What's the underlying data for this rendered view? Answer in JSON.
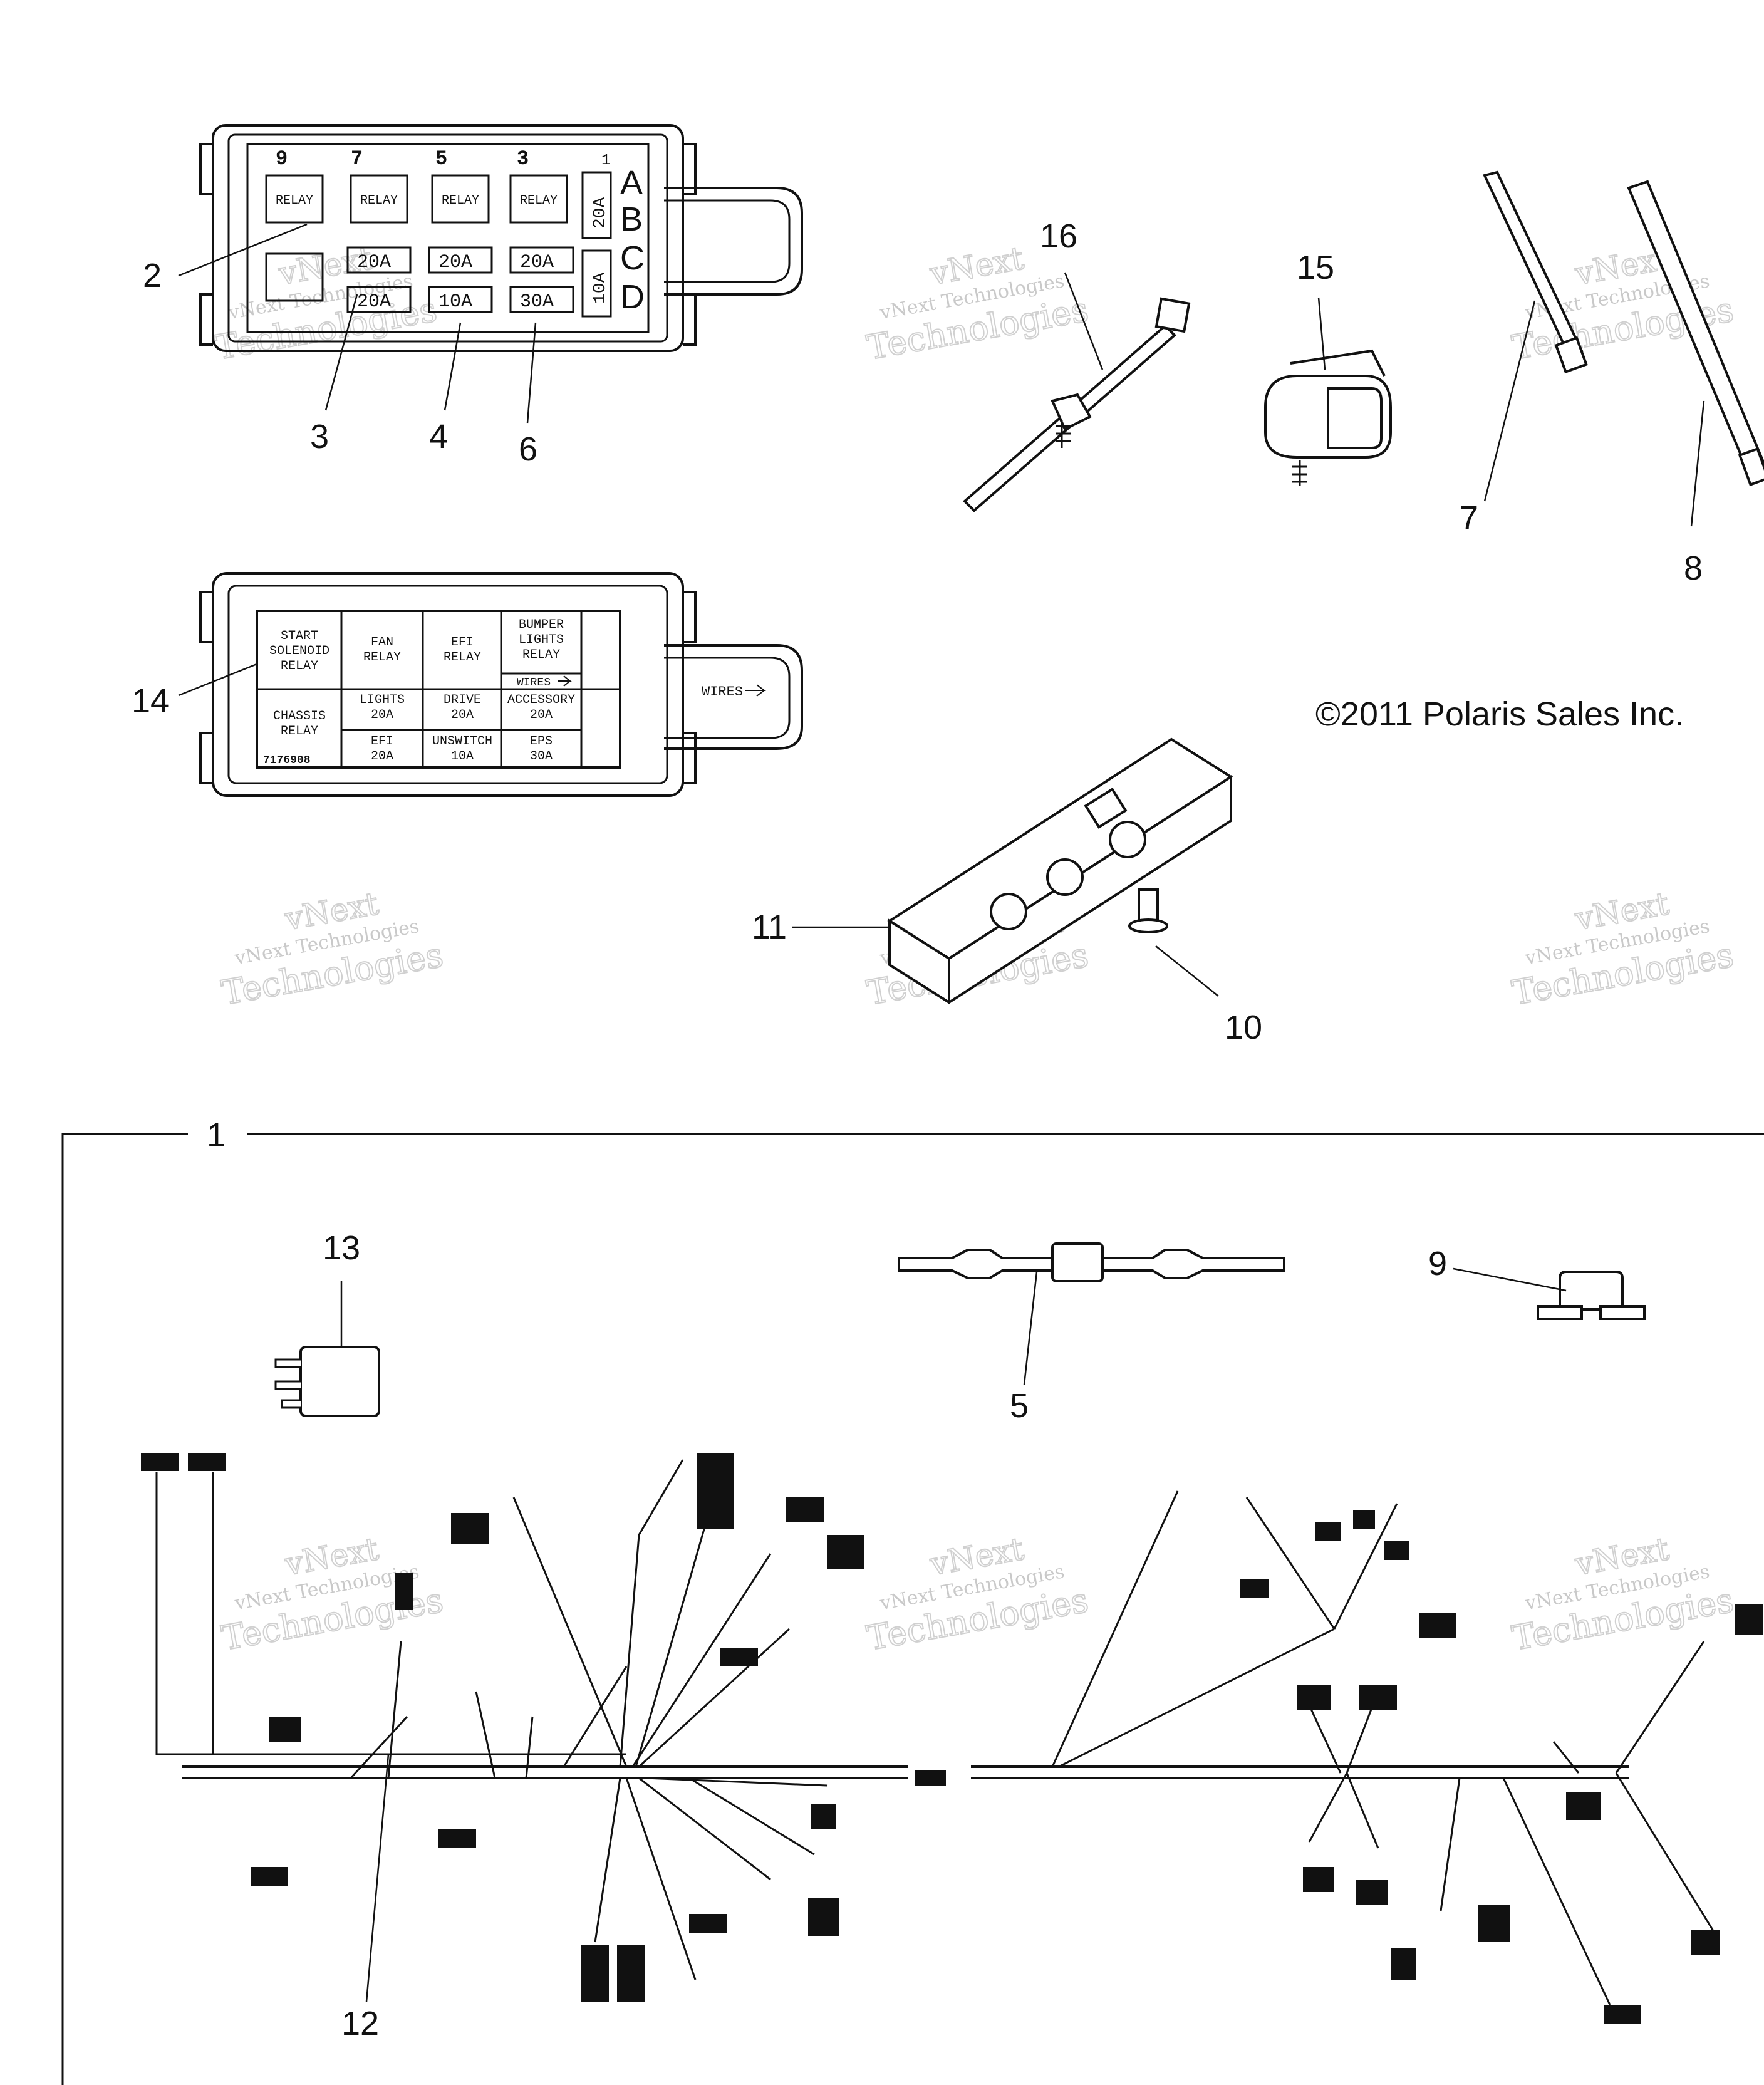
{
  "callouts": [
    "1",
    "2",
    "3",
    "4",
    "5",
    "6",
    "7",
    "8",
    "9",
    "10",
    "11",
    "12",
    "13",
    "14",
    "15",
    "16"
  ],
  "copyright": "©2011 Polaris Sales Inc.",
  "watermark": {
    "line1": "vNext",
    "line2": "vNext Technologies",
    "line3": "Technologies"
  },
  "fuse_box_top": {
    "cavity_numbers": [
      "9",
      "7",
      "5",
      "3",
      "1"
    ],
    "row_letters": [
      "A",
      "B",
      "C",
      "D"
    ],
    "relay_labels": [
      "RELAY",
      "RELAY",
      "RELAY",
      "RELAY"
    ],
    "fuse_row1": [
      "20A",
      "20A",
      "20A"
    ],
    "fuse_row2": [
      "20A",
      "10A",
      "30A"
    ],
    "side_fuses": [
      "20A",
      "10A"
    ]
  },
  "fuse_box_lid": {
    "cells": {
      "start_solenoid": [
        "START",
        "SOLENOID",
        "RELAY"
      ],
      "fan": [
        "FAN",
        "RELAY"
      ],
      "efi": [
        "EFI",
        "RELAY"
      ],
      "bumper": [
        "BUMPER",
        "LIGHTS",
        "RELAY"
      ],
      "chassis": [
        "CHASSIS",
        "RELAY"
      ],
      "lights": [
        "LIGHTS",
        "20A"
      ],
      "drive": [
        "DRIVE",
        "20A"
      ],
      "accessory": [
        "ACCESSORY",
        "20A"
      ],
      "efi_fuse": [
        "EFI",
        "20A"
      ],
      "unswitch": [
        "UNSWITCH",
        "10A"
      ],
      "eps": [
        "EPS",
        "30A"
      ]
    },
    "wires_label": "WIRES",
    "part_number": "7176908"
  }
}
